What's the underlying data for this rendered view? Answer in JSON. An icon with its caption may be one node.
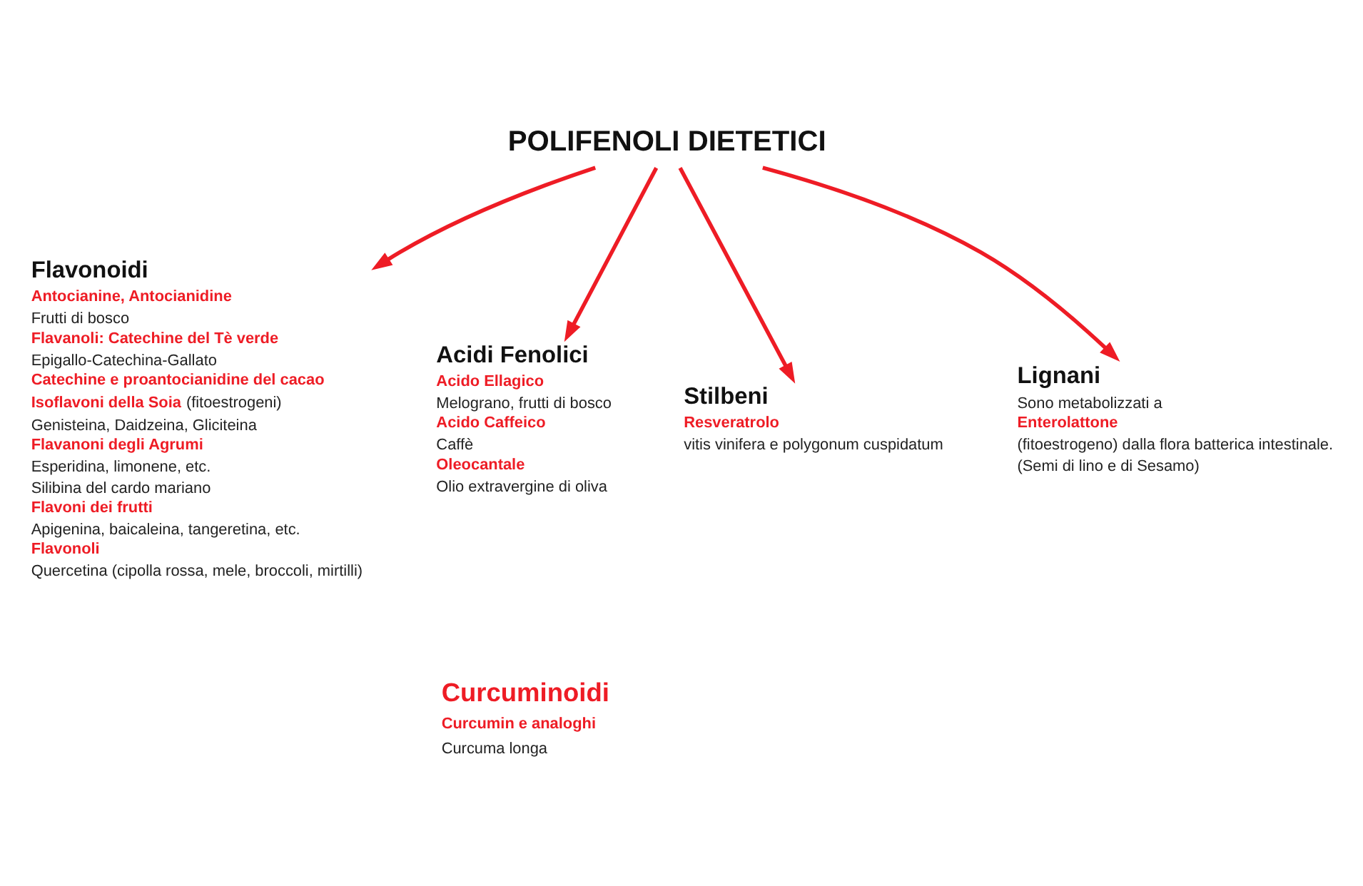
{
  "diagram": {
    "nodes": [
      {
        "text": [
          "POLIFENOLI DIETETICI"
        ]
      },
      {
        "text": [
          "Flavonoidi",
          "Antocianine, Antocianidine",
          "Frutti di bosco",
          "Flavanoli: Catechine del Tè verde",
          "Epigallo-Catechina-Gallato",
          "Catechine e proantocianidine del cacao",
          "Isoflavoni della Soia",
          "(fitoestrogeni)",
          "Genisteina, Daidzeina, Gliciteina",
          "Flavanoni degli Agrumi",
          "Esperidina, limonene, etc.",
          "Silibina del cardo mariano",
          "Flavoni dei frutti",
          "Apigenina, baicaleina, tangeretina, etc.",
          "Flavonoli",
          "Quercetina (cipolla rossa, mele, broccoli, mirtilli)"
        ]
      },
      {
        "text": [
          "Acidi Fenolici",
          "Acido Ellagico",
          "Melograno, frutti di bosco",
          "Acido Caffeico",
          "Caffè",
          "Oleocantale",
          "Olio extravergine di oliva"
        ]
      },
      {
        "text": [
          "Stilbeni",
          "Resveratrolo",
          "vitis vinifera e polygonum cuspidatum"
        ]
      },
      {
        "text": [
          "Lignani",
          "Sono metabolizzati a",
          "Enterolattone",
          "(fitoestrogeno) dalla flora batterica intestinale.",
          "(Semi di lino e di Sesamo)"
        ]
      }
    ],
    "edges": [
      {
        "from": 0,
        "to": 1,
        "arrow": "to"
      },
      {
        "from": 0,
        "to": 2,
        "arrow": "to"
      },
      {
        "from": 0,
        "to": 3,
        "arrow": "to"
      },
      {
        "from": 0,
        "to": 4,
        "arrow": "to"
      }
    ],
    "labels": [
      "Curcuminoidi",
      "Curcumin e analoghi",
      "Curcuma longa"
    ]
  }
}
